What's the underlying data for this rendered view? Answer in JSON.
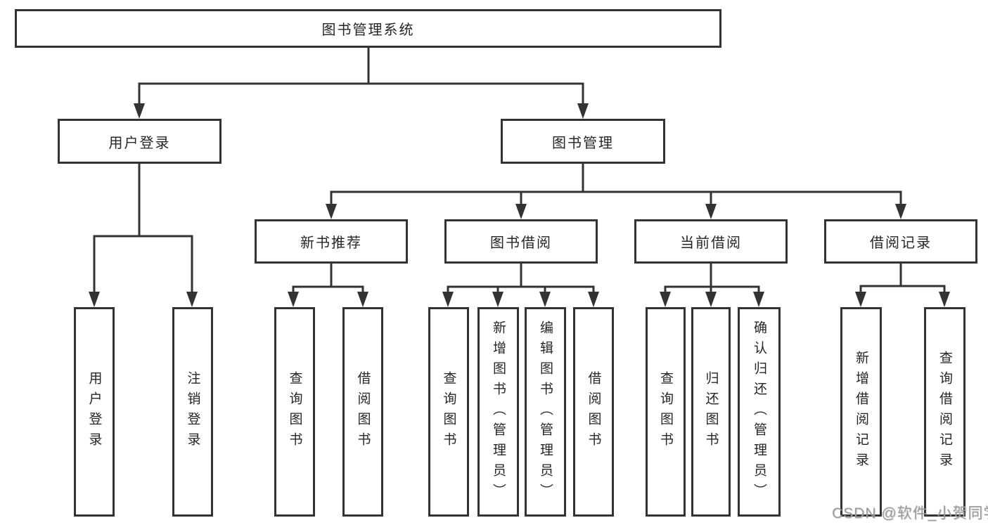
{
  "tree": {
    "label": "图书管理系统",
    "children": [
      {
        "label": "用户登录",
        "children": [
          {
            "label": "用户登录"
          },
          {
            "label": "注销登录"
          }
        ]
      },
      {
        "label": "图书管理",
        "children": [
          {
            "label": "新书推荐",
            "children": [
              {
                "label": "查询图书"
              },
              {
                "label": "借阅图书"
              }
            ]
          },
          {
            "label": "图书借阅",
            "children": [
              {
                "label": "查询图书"
              },
              {
                "label": "新增图书（管理员）"
              },
              {
                "label": "编辑图书（管理员）"
              },
              {
                "label": "借阅图书"
              }
            ]
          },
          {
            "label": "当前借阅",
            "children": [
              {
                "label": "查询图书"
              },
              {
                "label": "归还图书"
              },
              {
                "label": "确认归还（管理员）"
              }
            ]
          },
          {
            "label": "借阅记录",
            "children": [
              {
                "label": "新增借阅记录"
              },
              {
                "label": "查询借阅记录"
              }
            ]
          }
        ]
      }
    ]
  },
  "watermark": "CSDN @软件_小贺同学",
  "colors": {
    "line": "#333333",
    "box_border": "#333333",
    "box_background": "#ffffff",
    "text": "#262626",
    "watermark": "#9c9c9c",
    "page_background": "#ffffff"
  }
}
